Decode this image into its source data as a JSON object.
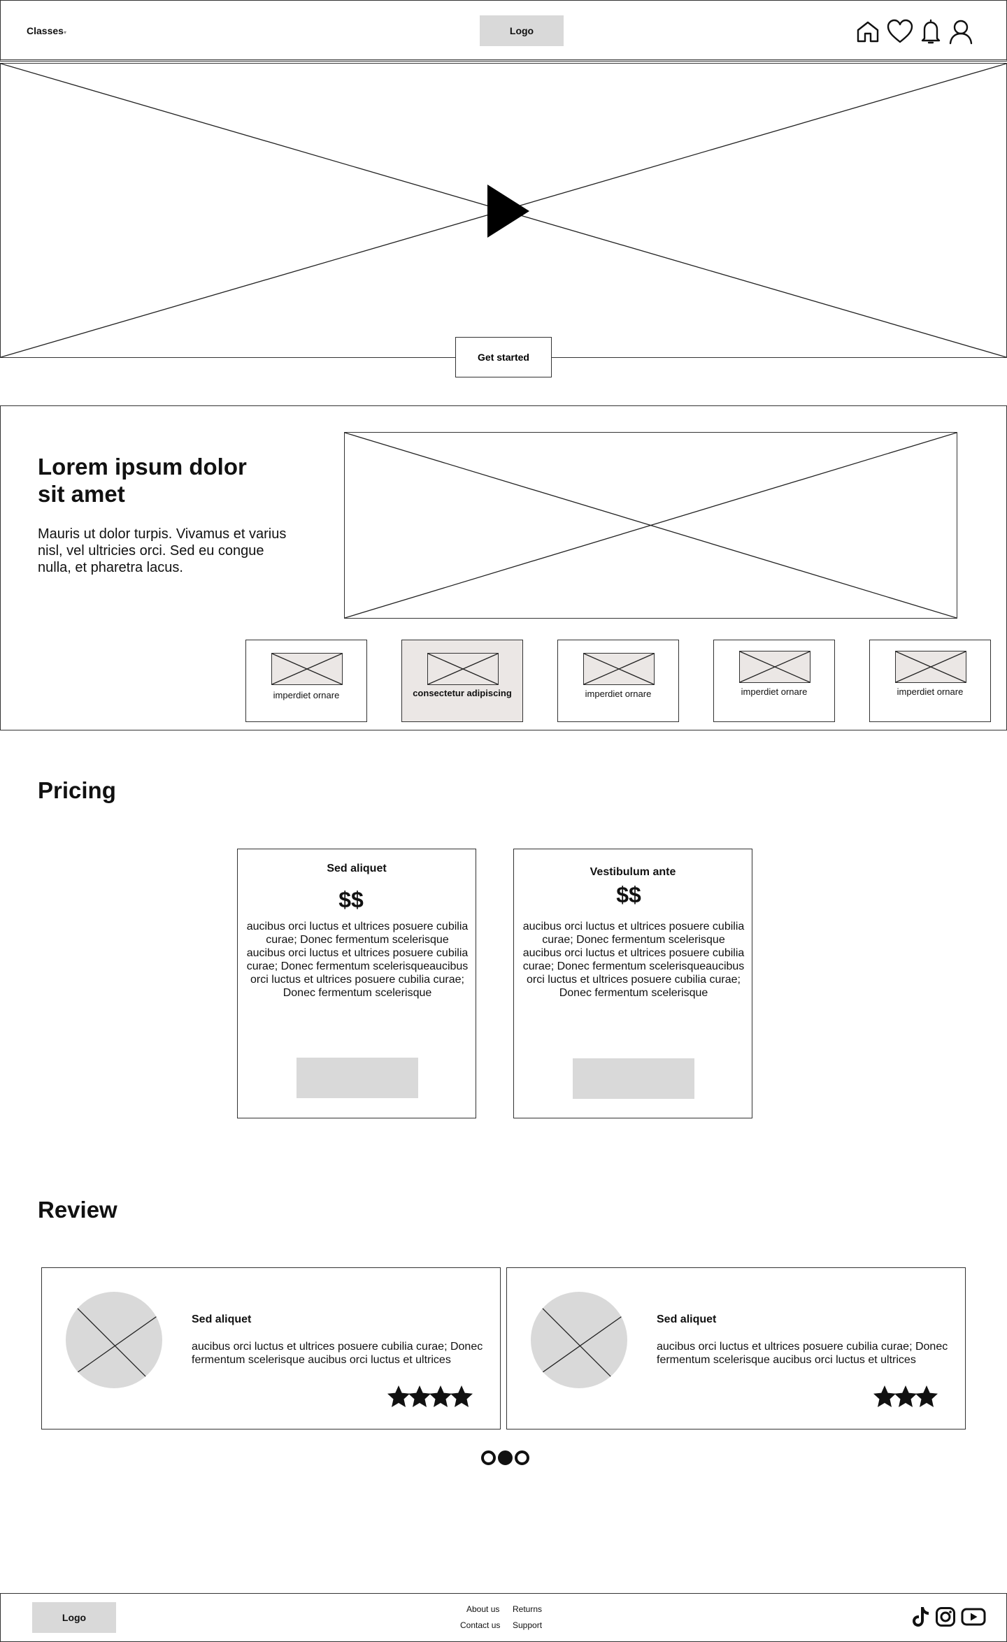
{
  "header": {
    "nav_label": "Classes",
    "logo_label": "Logo",
    "icons": [
      "home-icon",
      "heart-icon",
      "bell-icon",
      "user-icon"
    ]
  },
  "hero": {
    "cta_label": "Get started",
    "media_icon": "play-icon"
  },
  "feature": {
    "title": "Lorem ipsum dolor sit amet",
    "description": "Mauris ut dolor turpis. Vivamus et varius nisl, vel ultricies orci. Sed eu congue nulla, et pharetra lacus.",
    "thumbnails": [
      {
        "label": "imperdiet ornare",
        "active": false
      },
      {
        "label": "consectetur adipiscing",
        "active": true
      },
      {
        "label": "imperdiet ornare",
        "active": false
      },
      {
        "label": "imperdiet ornare",
        "active": false
      },
      {
        "label": "imperdiet ornare",
        "active": false
      }
    ]
  },
  "pricing": {
    "title": "Pricing",
    "plans": [
      {
        "name": "Sed aliquet",
        "price": "$$",
        "description": "aucibus orci luctus et ultrices posuere cubilia curae; Donec fermentum scelerisque aucibus orci luctus et ultrices posuere cubilia curae; Donec fermentum scelerisqueaucibus orci luctus et ultrices posuere cubilia curae; Donec fermentum scelerisque"
      },
      {
        "name": "Vestibulum ante",
        "price": "$$",
        "description": "aucibus orci luctus et ultrices posuere cubilia curae; Donec fermentum scelerisque aucibus orci luctus et ultrices posuere cubilia curae; Donec fermentum scelerisqueaucibus orci luctus et ultrices posuere cubilia curae; Donec fermentum scelerisque"
      }
    ]
  },
  "review": {
    "title": "Review",
    "items": [
      {
        "name": "Sed aliquet",
        "text": "aucibus orci luctus et ultrices posuere cubilia curae; Donec fermentum scelerisque aucibus orci luctus et ultrices",
        "rating": 4
      },
      {
        "name": "Sed aliquet",
        "text": "aucibus orci luctus et ultrices posuere cubilia curae; Donec fermentum scelerisque aucibus orci luctus et ultrices",
        "rating": 3
      }
    ],
    "carousel": {
      "count": 3,
      "active_index": 1
    }
  },
  "footer": {
    "logo_label": "Logo",
    "links": {
      "about": "About us",
      "returns": "Returns",
      "contact": "Contact us",
      "support": "Support"
    },
    "social_icons": [
      "tiktok-icon",
      "instagram-icon",
      "youtube-icon"
    ]
  },
  "colors": {
    "placeholder_gray": "#d9d9d9",
    "active_thumb": "#ebe7e5",
    "stroke": "#333333"
  }
}
